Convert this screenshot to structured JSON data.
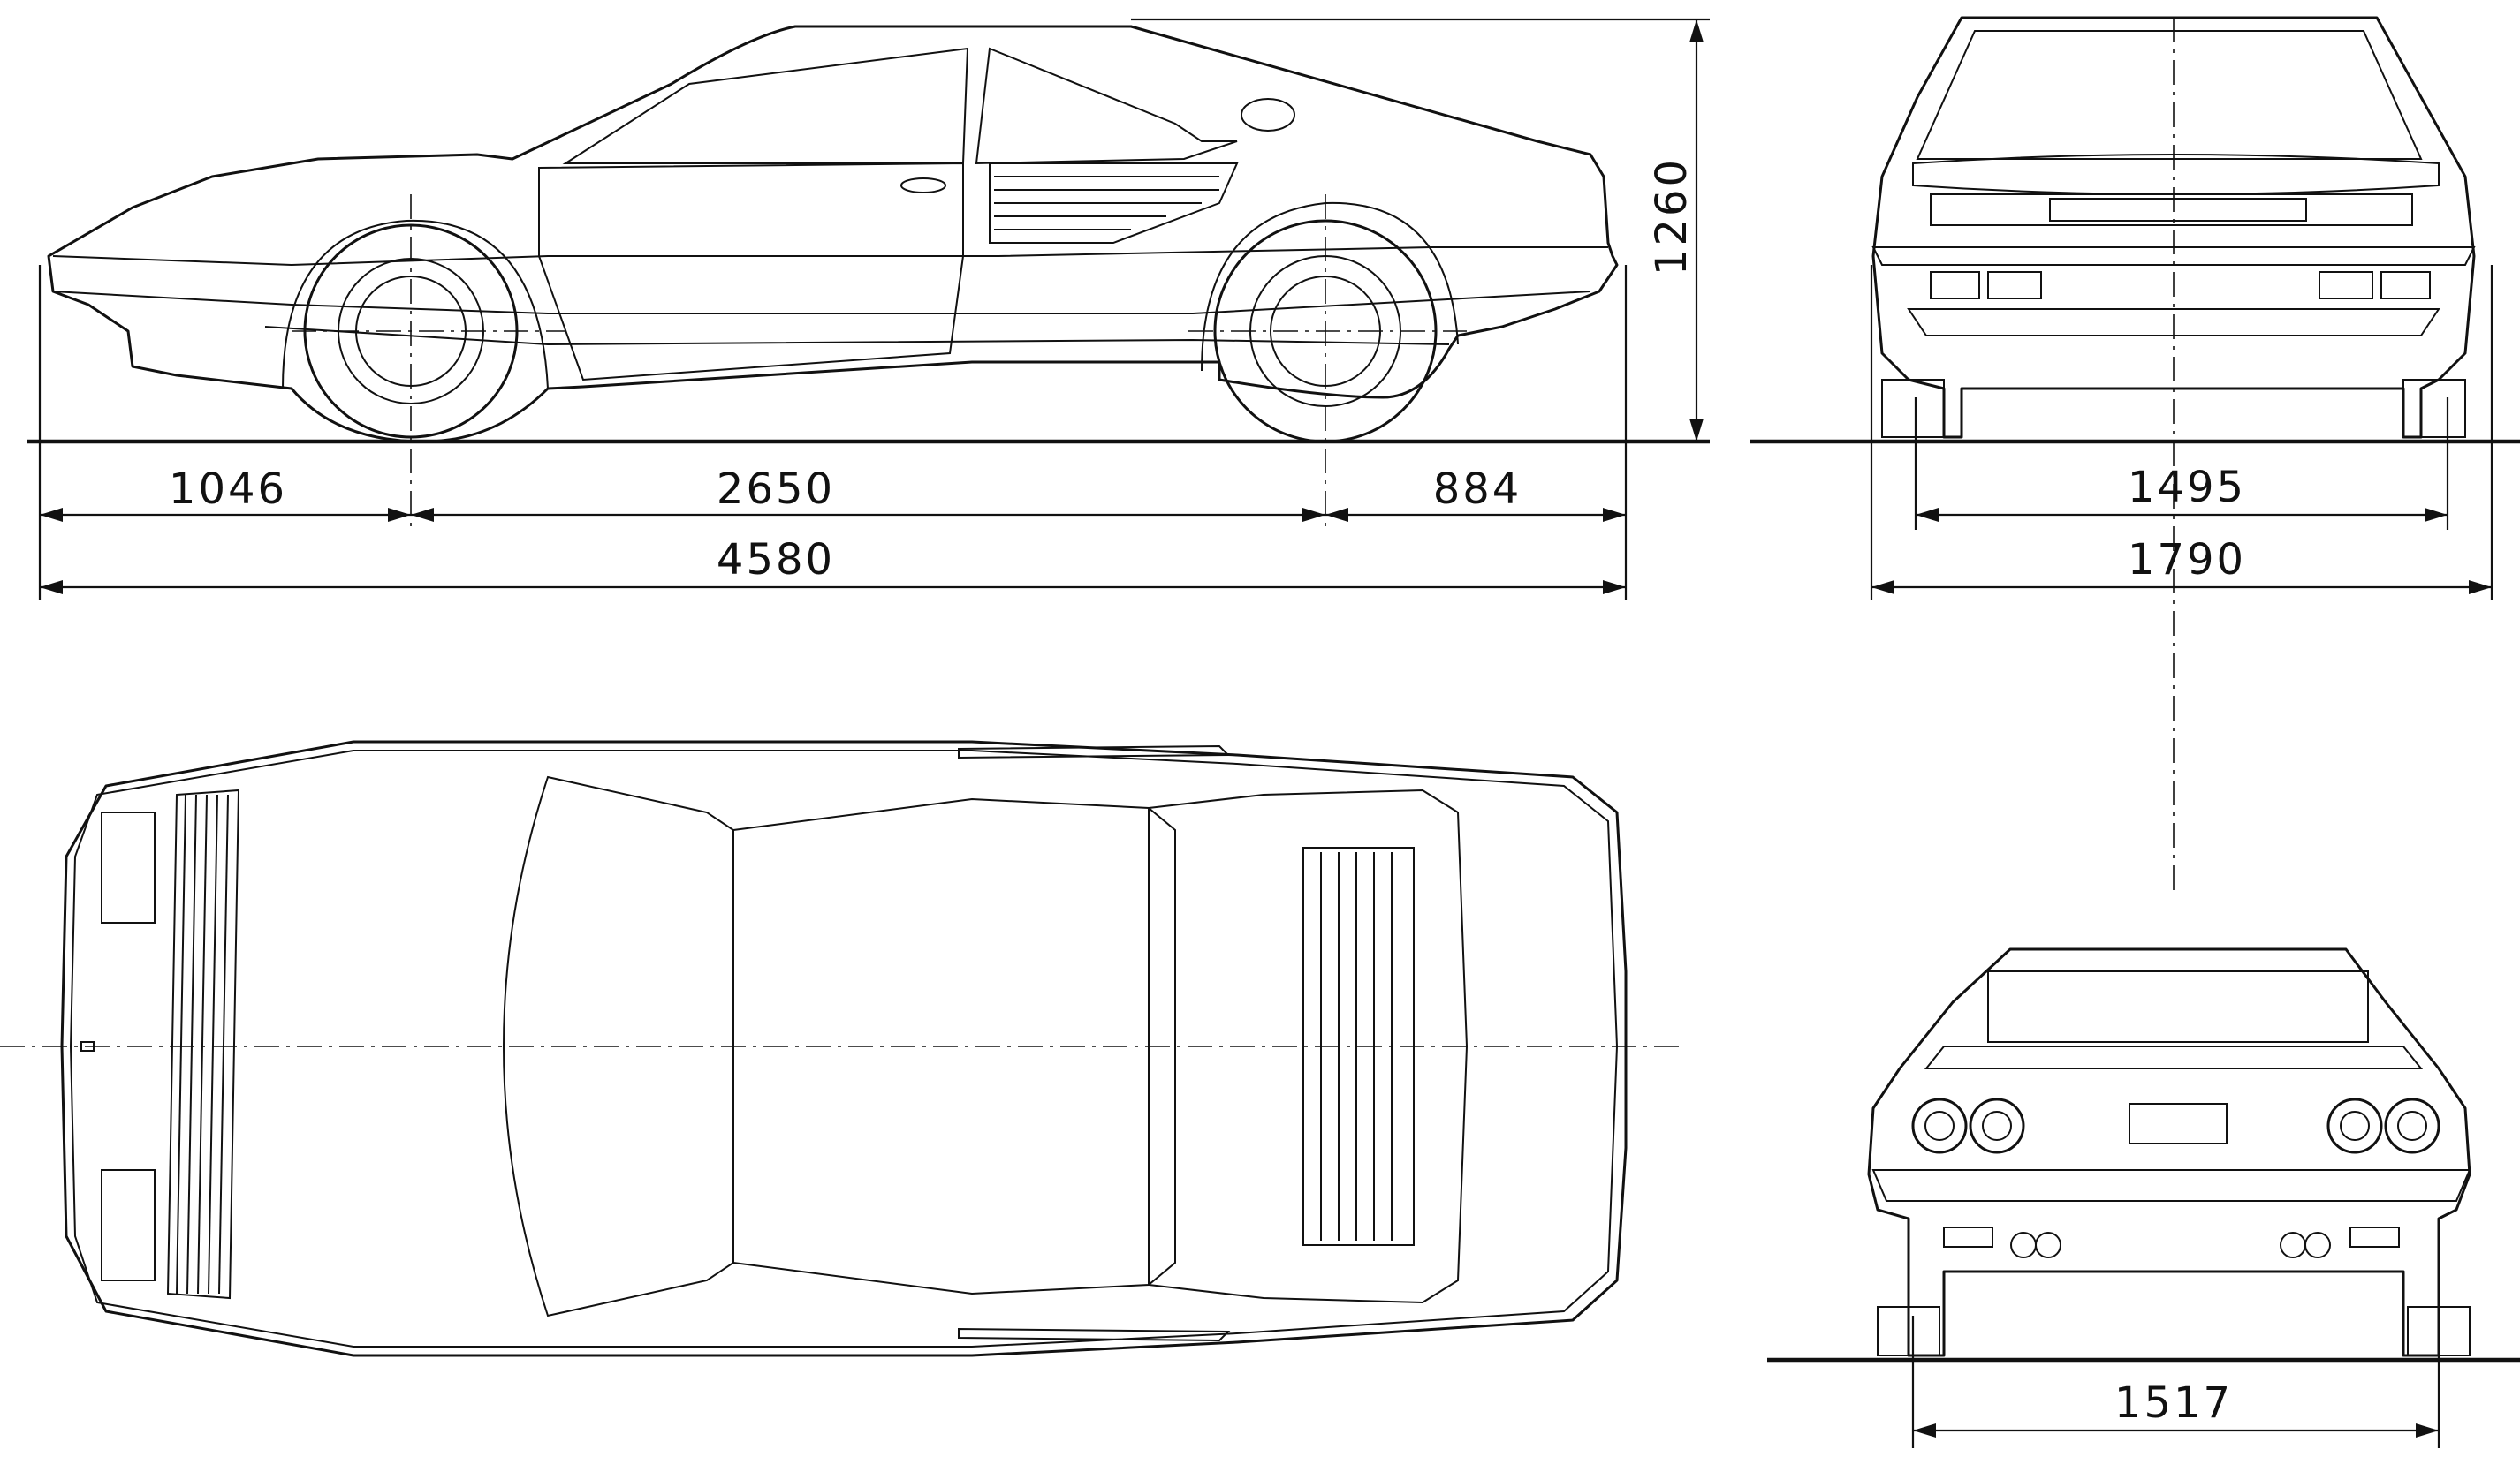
{
  "drawing": {
    "views": [
      "side-view",
      "front-view",
      "top-view",
      "rear-view"
    ],
    "dimensions": {
      "front_overhang": "1046",
      "wheelbase": "2650",
      "rear_overhang": "884",
      "overall_length": "4580",
      "overall_height": "1260",
      "front_track": "1495",
      "overall_width": "1790",
      "rear_track": "1517"
    }
  }
}
